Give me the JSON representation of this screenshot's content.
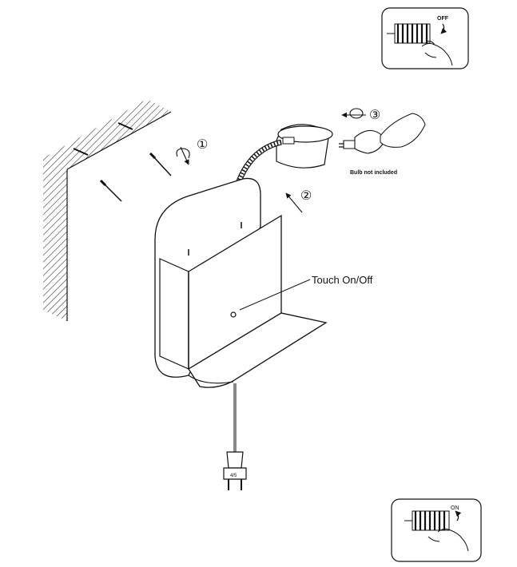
{
  "figure": {
    "callout_touch": "Touch On/Off",
    "bulb_note": "Bulb not included",
    "switch_off_label": "OFF",
    "switch_on_label": "ON",
    "step_1": "①",
    "step_2": "②",
    "step_3": "③",
    "plug_mark": "4/5"
  },
  "colors": {
    "ink": "#1a1a1a",
    "paper": "#ffffff",
    "hatch": "#333333"
  },
  "icons": [
    "breaker-off-icon",
    "breaker-on-icon",
    "screw-icon",
    "rotate-arrow-icon",
    "hand-icon",
    "plug-icon",
    "bulb-icon"
  ]
}
